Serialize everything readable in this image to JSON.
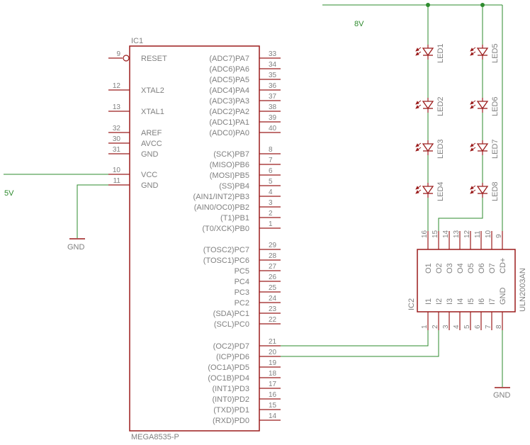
{
  "colors": {
    "wire": "#2e8b2e",
    "junction": "#2e8b2e",
    "part": "#9b1c1c",
    "pin": "#9b1c1c",
    "text": "#808080"
  },
  "ic1": {
    "ref": "IC1",
    "value": "MEGA8535-P",
    "left_pins": [
      {
        "num": "9",
        "name": "RESET",
        "inverted": true
      },
      {
        "num": "12",
        "name": "XTAL2"
      },
      {
        "num": "13",
        "name": "XTAL1"
      },
      {
        "num": "32",
        "name": "AREF"
      },
      {
        "num": "30",
        "name": "AVCC"
      },
      {
        "num": "31",
        "name": "GND"
      },
      {
        "num": "10",
        "name": "VCC"
      },
      {
        "num": "11",
        "name": "GND"
      }
    ],
    "right_pins": [
      {
        "num": "33",
        "name": "(ADC7)PA7"
      },
      {
        "num": "34",
        "name": "(ADC6)PA6"
      },
      {
        "num": "35",
        "name": "(ADC5)PA5"
      },
      {
        "num": "36",
        "name": "(ADC4)PA4"
      },
      {
        "num": "37",
        "name": "(ADC3)PA3"
      },
      {
        "num": "38",
        "name": "(ADC2)PA2"
      },
      {
        "num": "39",
        "name": "(ADC1)PA1"
      },
      {
        "num": "40",
        "name": "(ADC0)PA0"
      },
      {
        "num": "8",
        "name": "(SCK)PB7"
      },
      {
        "num": "7",
        "name": "(MISO)PB6"
      },
      {
        "num": "6",
        "name": "(MOSI)PB5"
      },
      {
        "num": "5",
        "name": "(SS)PB4"
      },
      {
        "num": "4",
        "name": "(AIN1/INT2)PB3"
      },
      {
        "num": "3",
        "name": "(AIN0/OC0)PB2"
      },
      {
        "num": "2",
        "name": "(T1)PB1"
      },
      {
        "num": "1",
        "name": "(T0/XCK)PB0"
      },
      {
        "num": "29",
        "name": "(TOSC2)PC7"
      },
      {
        "num": "28",
        "name": "(TOSC1)PC6"
      },
      {
        "num": "27",
        "name": "PC5"
      },
      {
        "num": "26",
        "name": "PC4"
      },
      {
        "num": "25",
        "name": "PC3"
      },
      {
        "num": "24",
        "name": "PC2"
      },
      {
        "num": "23",
        "name": "(SDA)PC1"
      },
      {
        "num": "22",
        "name": "(SCL)PC0"
      },
      {
        "num": "21",
        "name": "(OC2)PD7"
      },
      {
        "num": "20",
        "name": "(ICP)PD6"
      },
      {
        "num": "19",
        "name": "(OC1A)PD5"
      },
      {
        "num": "18",
        "name": "(OC1B)PD4"
      },
      {
        "num": "17",
        "name": "(INT1)PD3"
      },
      {
        "num": "16",
        "name": "(INT0)PD2"
      },
      {
        "num": "15",
        "name": "(TXD)PD1"
      },
      {
        "num": "14",
        "name": "(RXD)PD0"
      }
    ]
  },
  "ic2": {
    "ref": "IC2",
    "value": "ULN2003AN",
    "top_pins": [
      {
        "num": "16",
        "name": "O1"
      },
      {
        "num": "15",
        "name": "O2"
      },
      {
        "num": "14",
        "name": "O3"
      },
      {
        "num": "13",
        "name": "O4"
      },
      {
        "num": "12",
        "name": "O5"
      },
      {
        "num": "11",
        "name": "O6"
      },
      {
        "num": "10",
        "name": "O7"
      },
      {
        "num": "9",
        "name": "CD+"
      }
    ],
    "bottom_pins": [
      {
        "num": "1",
        "name": "I1"
      },
      {
        "num": "2",
        "name": "I2"
      },
      {
        "num": "3",
        "name": "I3"
      },
      {
        "num": "4",
        "name": "I4"
      },
      {
        "num": "5",
        "name": "I5"
      },
      {
        "num": "6",
        "name": "I6"
      },
      {
        "num": "7",
        "name": "I7"
      },
      {
        "num": "8",
        "name": "GND"
      }
    ]
  },
  "leds": [
    "LED1",
    "LED2",
    "LED3",
    "LED4",
    "LED5",
    "LED6",
    "LED7",
    "LED8"
  ],
  "nets": {
    "v8": "8V",
    "v5": "5V",
    "gnd_ic1": "GND",
    "gnd_ic2": "GND"
  }
}
